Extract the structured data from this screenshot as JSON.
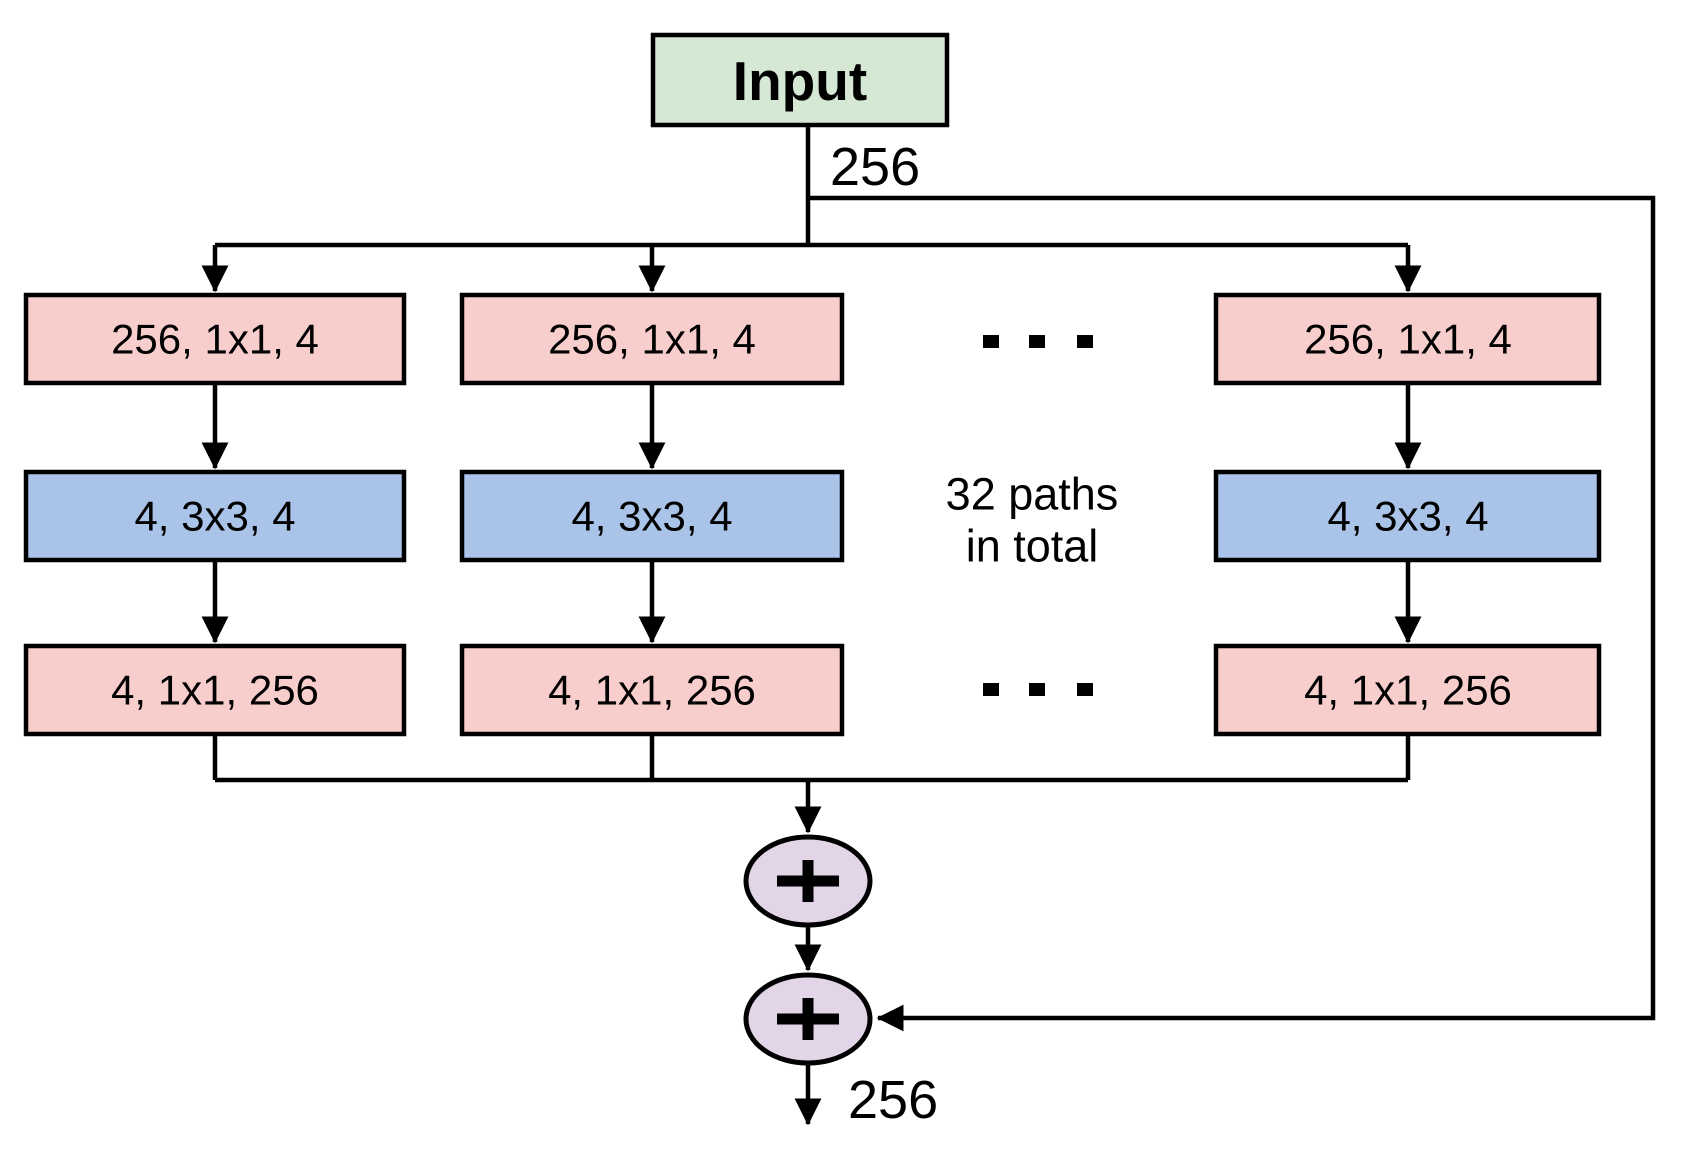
{
  "diagram": {
    "input": {
      "label": "Input"
    },
    "input_channels_label": "256",
    "output_channels_label": "256",
    "paths_annotation": {
      "line1": "32 paths",
      "line2": "in total"
    },
    "ellipsis": "...",
    "sum_operator": "+",
    "branches": [
      {
        "layers": [
          "256, 1x1, 4",
          "4, 3x3, 4",
          "4, 1x1, 256"
        ]
      },
      {
        "layers": [
          "256, 1x1, 4",
          "4, 3x3, 4",
          "4, 1x1, 256"
        ]
      },
      {
        "layers": [
          "256, 1x1, 4",
          "4, 3x3, 4",
          "4, 1x1, 256"
        ]
      }
    ],
    "colors": {
      "input_fill": "#d5e8d4",
      "conv_1x1_fill": "#f8cecc",
      "conv_3x3_fill": "#a9c4e8",
      "sum_fill": "#e1d5e7",
      "line": "#000000",
      "background": "#ffffff"
    }
  }
}
